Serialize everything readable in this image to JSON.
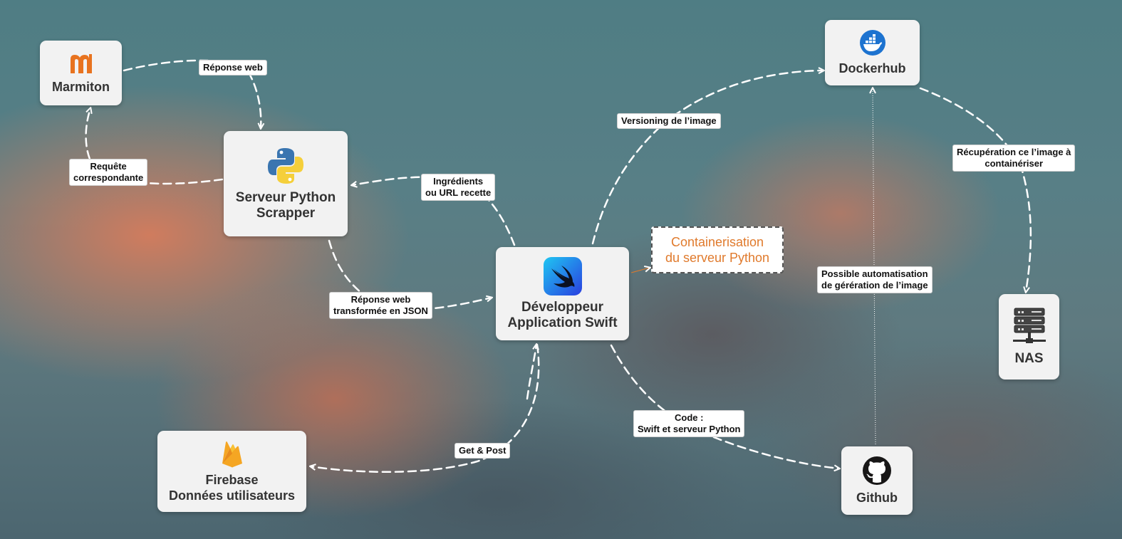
{
  "nodes": {
    "marmiton": {
      "label": "Marmiton",
      "icon": "marmiton-logo-icon"
    },
    "python": {
      "label": "Serveur Python\nScrapper",
      "icon": "python-logo-icon"
    },
    "swift": {
      "label": "Développeur\nApplication Swift",
      "icon": "swift-logo-icon"
    },
    "firebase": {
      "label": "Firebase\nDonnées utilisateurs",
      "icon": "firebase-logo-icon"
    },
    "dockerhub": {
      "label": "Dockerhub",
      "icon": "docker-logo-icon"
    },
    "nas": {
      "label": "NAS",
      "icon": "server-icon"
    },
    "github": {
      "label": "Github",
      "icon": "github-logo-icon"
    }
  },
  "edges": {
    "reponse_web": "Réponse web",
    "requete": "Requête\ncorrespondante",
    "ingredients": "Ingrédients\nou URL recette",
    "reponse_json": "Réponse web\ntransformée en JSON",
    "get_post": "Get & Post",
    "code": "Code :\nSwift et serveur Python",
    "versioning": "Versioning de l’image",
    "recuperation": "Récupération ce l’image à\ncontainériser",
    "automatisation": "Possible automatisation\nde gérération de l’image"
  },
  "note": "Containerisation\ndu serveur Python",
  "colors": {
    "node_bg": "#f2f2f2",
    "arrow": "#ffffff",
    "note_text": "#e07a2c",
    "marmiton": "#e8731f",
    "python_blue": "#3a75b0",
    "python_yellow": "#f5cf3a",
    "swift": "#2a6ff0",
    "firebase": "#f5a623",
    "docker": "#1d73d0",
    "github": "#181717"
  }
}
